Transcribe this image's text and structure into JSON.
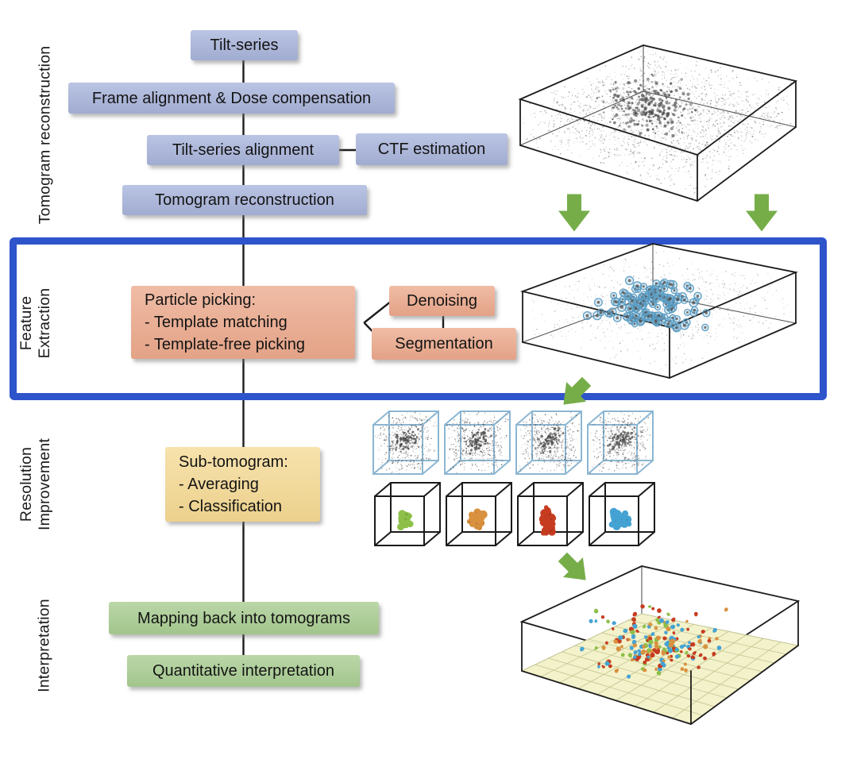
{
  "stages": [
    {
      "label": "Tomogram reconstruction"
    },
    {
      "label": "Feature\nExtraction"
    },
    {
      "label": "Resolution\nImprovement"
    },
    {
      "label": "Interpretation"
    }
  ],
  "boxes": {
    "tilt_series": "Tilt-series",
    "frame_alignment": "Frame alignment & Dose compensation",
    "tilt_series_alignment": "Tilt-series alignment",
    "ctf_estimation": "CTF estimation",
    "tomogram_reconstruction": "Tomogram reconstruction",
    "particle_picking": "Particle picking:\n- Template matching\n- Template-free picking",
    "denoising": "Denoising",
    "segmentation": "Segmentation",
    "sub_tomogram": "Sub-tomogram:\n- Averaging\n- Classification",
    "mapping_back": "Mapping back into tomograms",
    "quantitative_interpretation": "Quantitative interpretation"
  },
  "icons": {
    "down_arrow_left": "down-arrow",
    "down_arrow_right": "down-arrow",
    "diag_arrow_to_subtomograms": "down-left-arrow",
    "diag_arrow_to_mapped_tomogram": "down-right-arrow"
  },
  "colors": {
    "box-blue": "#a9b5dc",
    "box-orange": "#eca98c",
    "box-yellow": "#f5d992",
    "box-green": "#a9cd92",
    "highlight-blue": "#2e54cb",
    "arrow-green": "#76ad49",
    "line-black": "#1c1c1c",
    "dot-gray": "#4a4a4a",
    "cube-blue": "#8cb6d2",
    "particle-ring": "#579bc2",
    "blob-green": "#8dbf49",
    "blob-orange": "#d9913f",
    "blob-red": "#c63c20",
    "blob-blue": "#45a3d3",
    "floor-yellow": "#f3f2c8",
    "floor-grid": "#c2c492"
  }
}
